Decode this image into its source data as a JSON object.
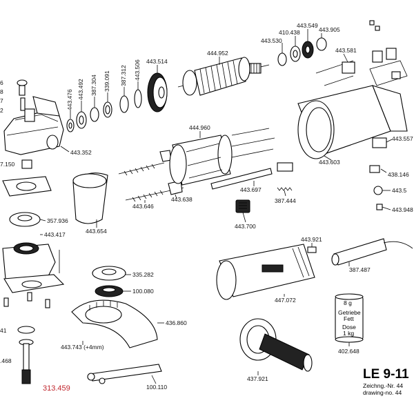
{
  "parts": [
    {
      "id": "p443476",
      "label": "443.476"
    },
    {
      "id": "p443492",
      "label": "443.492"
    },
    {
      "id": "p387304",
      "label": "387.304"
    },
    {
      "id": "p339091",
      "label": "339.091"
    },
    {
      "id": "p387312",
      "label": "387.312"
    },
    {
      "id": "p443506",
      "label": "443.506"
    },
    {
      "id": "p443514",
      "label": "443.514"
    },
    {
      "id": "p444952",
      "label": "444.952"
    },
    {
      "id": "p443530",
      "label": "443.530"
    },
    {
      "id": "p410438",
      "label": "410.438"
    },
    {
      "id": "p443549",
      "label": "443.549"
    },
    {
      "id": "p443905",
      "label": "443.905"
    },
    {
      "id": "p443581",
      "label": "443.581"
    },
    {
      "id": "p443352",
      "label": "443.352"
    },
    {
      "id": "p7150",
      "label": "7.150"
    },
    {
      "id": "p444960",
      "label": "444.960"
    },
    {
      "id": "p443603",
      "label": "443.603"
    },
    {
      "id": "p443557",
      "label": "443.557"
    },
    {
      "id": "p438146",
      "label": "438.146"
    },
    {
      "id": "p443_5",
      "label": "443.5"
    },
    {
      "id": "p443948",
      "label": "443.948"
    },
    {
      "id": "p443697",
      "label": "443.697"
    },
    {
      "id": "p387444",
      "label": "387.444"
    },
    {
      "id": "p443638",
      "label": "443.638"
    },
    {
      "id": "p443646",
      "label": "443.646"
    },
    {
      "id": "p443700",
      "label": "443.700"
    },
    {
      "id": "p357936",
      "label": "357.936"
    },
    {
      "id": "p443654",
      "label": "443.654"
    },
    {
      "id": "p443417",
      "label": "443.417"
    },
    {
      "id": "p443921",
      "label": "443.921"
    },
    {
      "id": "p387487",
      "label": "387.487"
    },
    {
      "id": "p335282",
      "label": "335.282"
    },
    {
      "id": "p100080",
      "label": "100.080"
    },
    {
      "id": "p447072",
      "label": "447.072"
    },
    {
      "id": "p436860",
      "label": "436.860"
    },
    {
      "id": "p443743",
      "label": "443.743 (+4mm)"
    },
    {
      "id": "p402648",
      "label": "402.648"
    },
    {
      "id": "p41",
      "label": "41"
    },
    {
      "id": "p468",
      "label": ".468"
    },
    {
      "id": "p437921",
      "label": "437.921"
    },
    {
      "id": "p100110",
      "label": "100.110"
    },
    {
      "id": "pl6",
      "label": "6"
    },
    {
      "id": "pl8",
      "label": "8"
    },
    {
      "id": "pl7",
      "label": "7"
    },
    {
      "id": "pl2",
      "label": "2"
    }
  ],
  "highlight_label": "313.459",
  "grease_can": {
    "amount": "8 g",
    "line1": "Getriebe",
    "line2": "Fett",
    "line3": "Dose",
    "line4": "1 kg"
  },
  "title_block": {
    "model": "LE 9-11",
    "line_de": "Zeichng.-Nr. 44",
    "line_en": "drawing-no. 44"
  },
  "colors": {
    "highlight": "#c0262d",
    "ink": "#000000"
  }
}
